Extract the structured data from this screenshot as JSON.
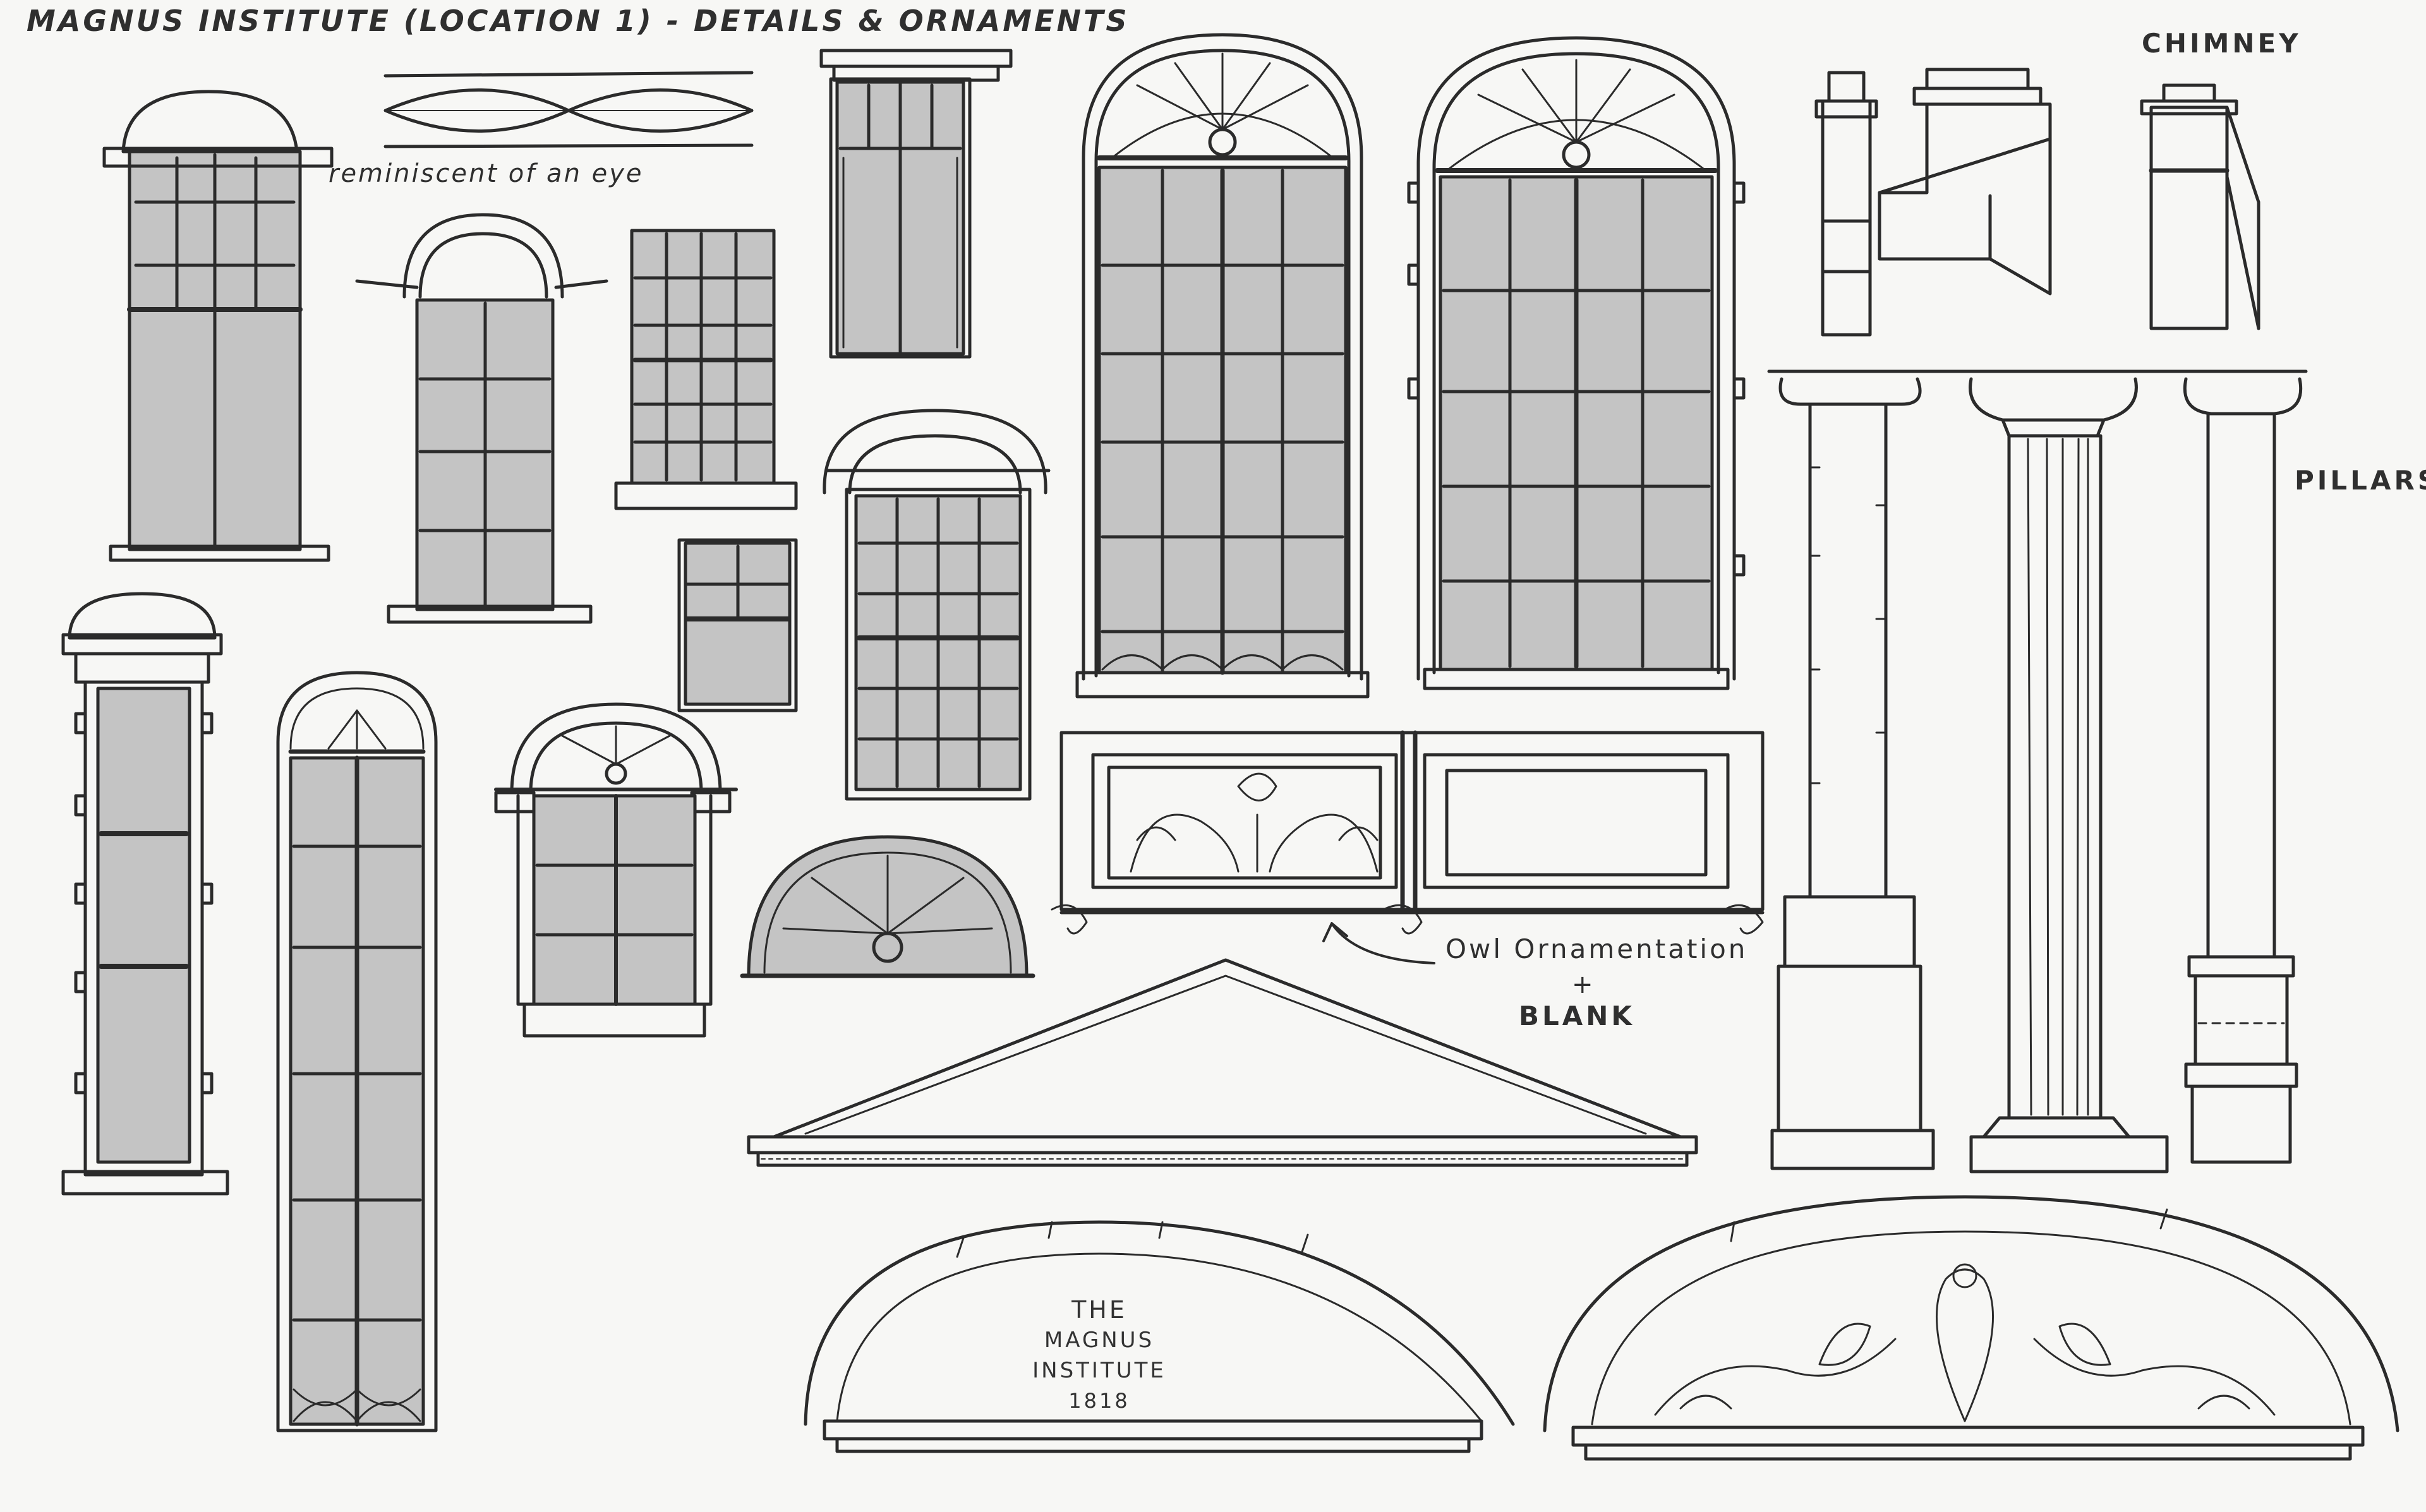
{
  "sheet": {
    "title": "MAGNUS INSTITUTE (LOCATION 1) - DETAILS & ORNAMENTS"
  },
  "notes": {
    "eye": "reminiscent of an eye",
    "owl": "Owl Ornamentation",
    "plus": "+",
    "blank": "BLANK"
  },
  "labels": {
    "chimney": "CHIMNEY",
    "pillars": "PILLARS"
  },
  "inscription": {
    "line1": "THE",
    "line2": "MAGNUS INSTITUTE",
    "line3": "1818"
  },
  "colors": {
    "paper": "#f7f7f5",
    "ink": "#2b2b2b",
    "glass": "#c4c4c4"
  }
}
